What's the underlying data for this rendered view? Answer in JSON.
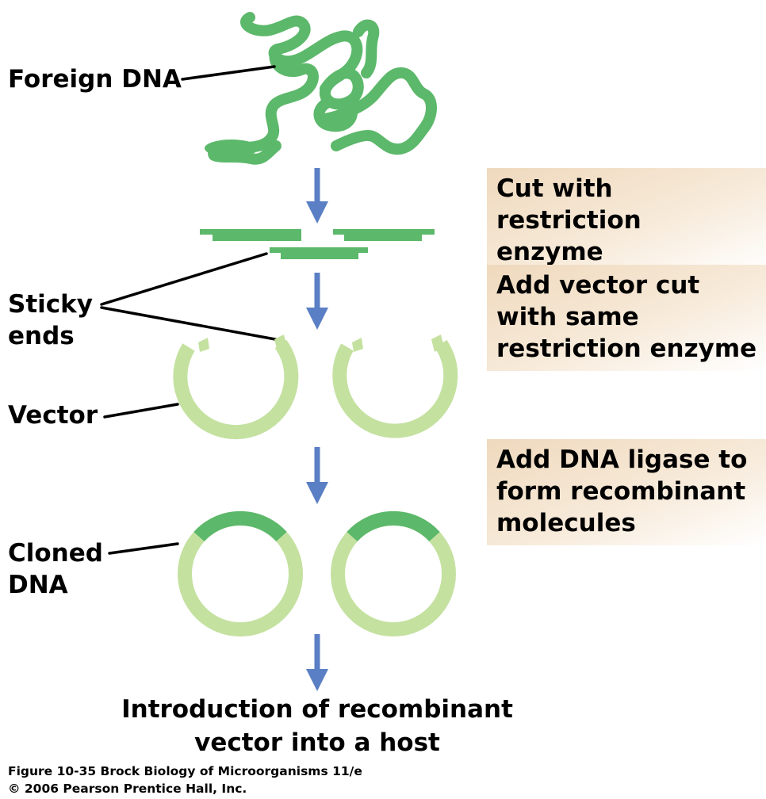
{
  "labels": {
    "foreign_dna": "Foreign DNA",
    "sticky_ends": "Sticky\nends",
    "vector": "Vector",
    "cloned_dna": "Cloned\nDNA"
  },
  "steps": [
    "Cut with restriction\nenzyme",
    "Add vector cut\nwith same\nrestriction enzyme",
    "Add DNA ligase to\nform recombinant\nmolecules"
  ],
  "final_step": "Introduction of recombinant\nvector into a host",
  "caption": {
    "figure": "Figure 10-35  Brock Biology of Microorganisms 11/e",
    "copyright": "© 2006 Pearson Prentice Hall, Inc."
  },
  "colors": {
    "dark_green": "#5cb86a",
    "light_green": "#c4e1a0",
    "arrow_blue": "#5a7fc4",
    "step_box": "#efd9bd"
  }
}
